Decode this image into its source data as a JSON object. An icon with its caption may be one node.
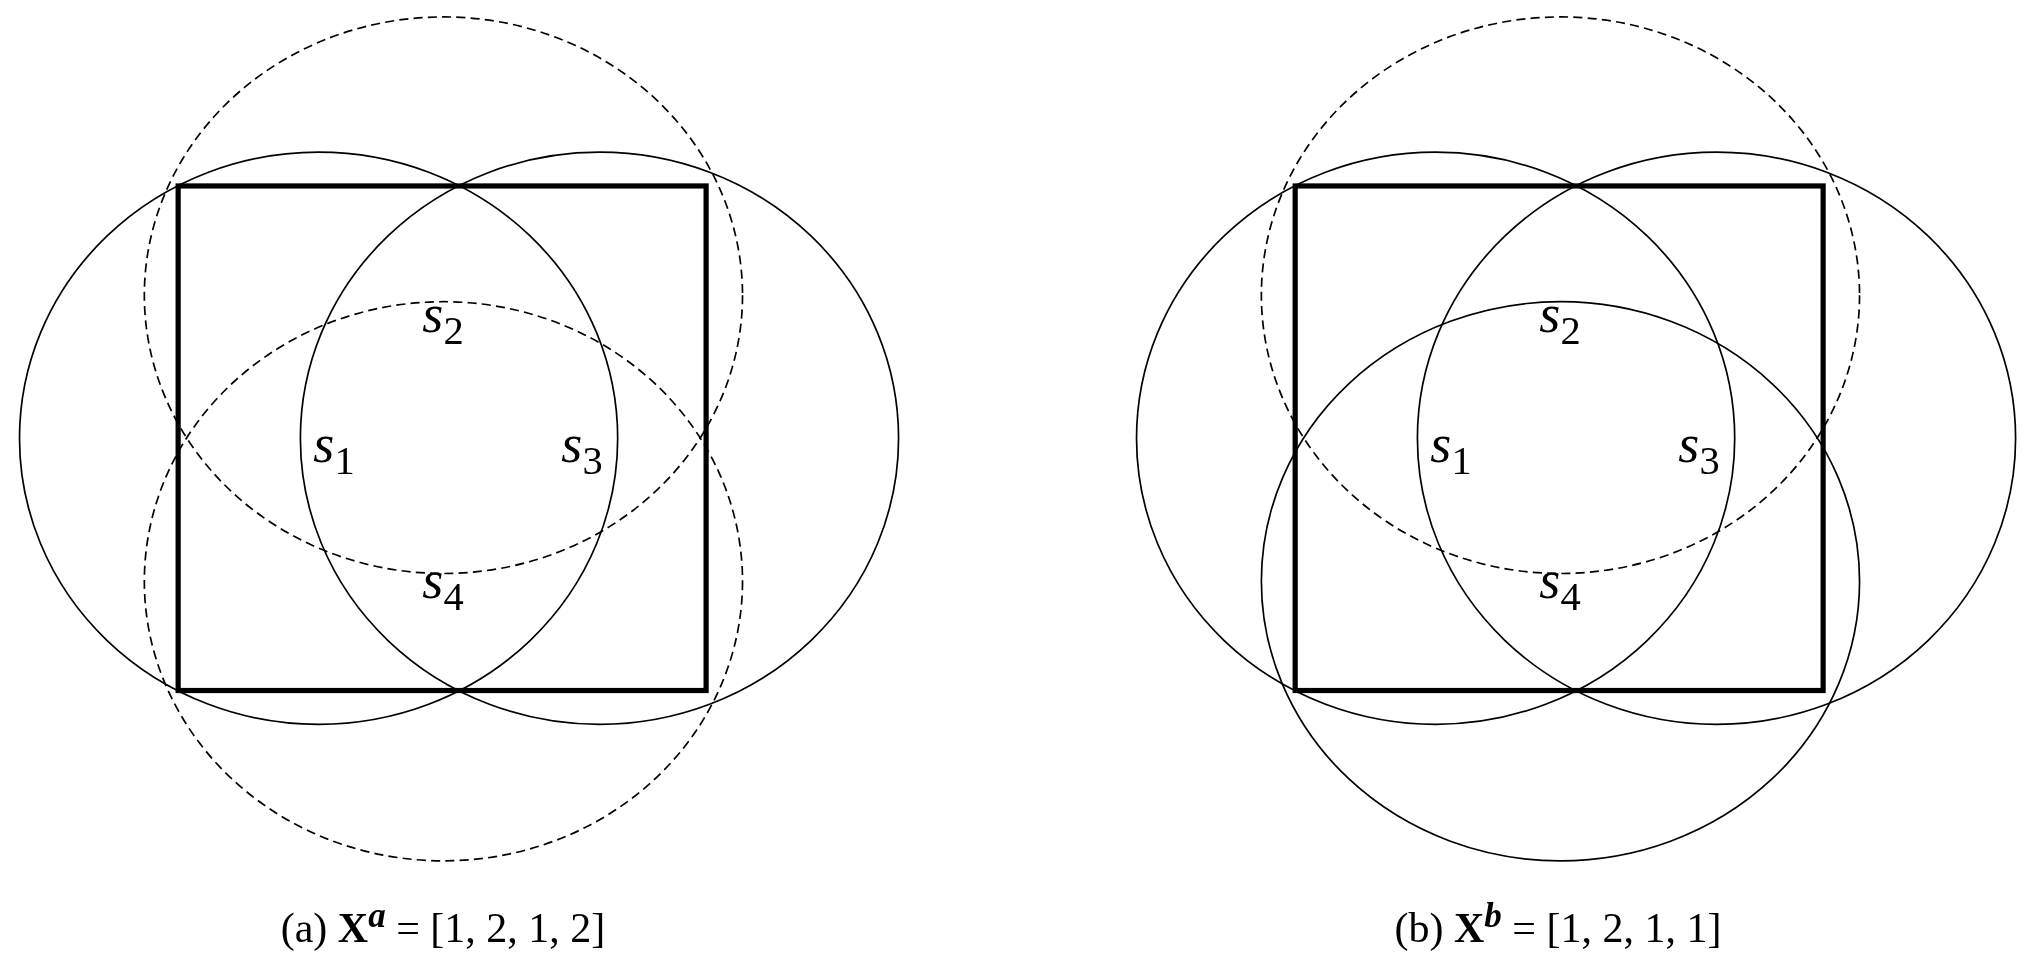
{
  "diagram": {
    "labels": [
      "s$_{2}$",
      "s$_{1}$",
      "s$_{3}$",
      "s$_{4}$",
      "(a) **X**$^{a}$ = [1, 2, 1, 2]",
      "s$_{2}$",
      "s$_{1}$",
      "s$_{3}$",
      "s$_{4}$",
      "(b) **X**$^{b}$ = [1, 2, 1, 1]"
    ]
  }
}
